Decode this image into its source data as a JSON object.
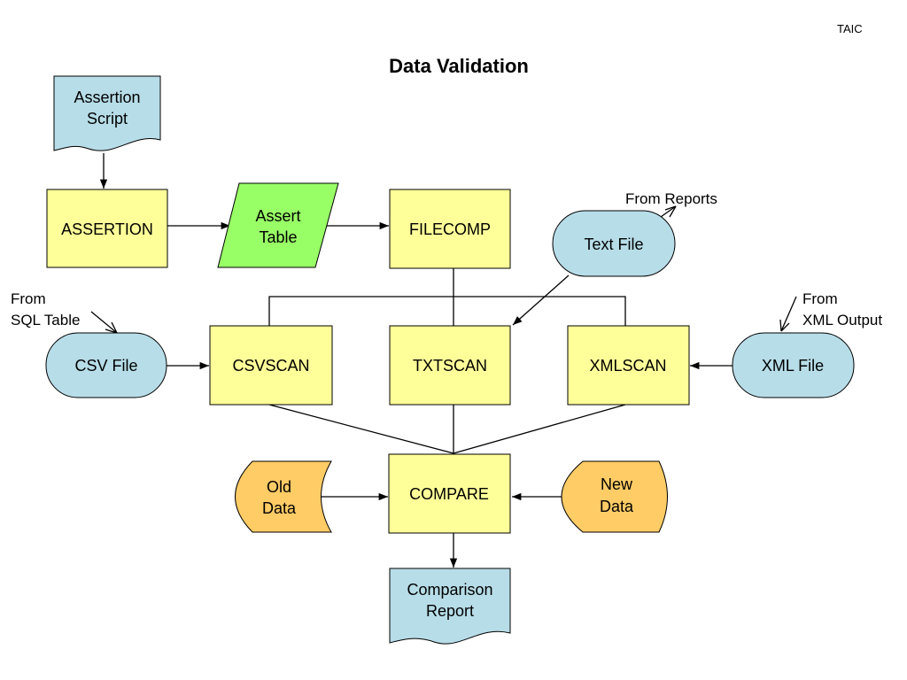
{
  "header": {
    "corner_tag": "TAIC",
    "title": "Data Validation"
  },
  "nodes": {
    "assertion_script": [
      "Assertion",
      "Script"
    ],
    "assertion": "ASSERTION",
    "assert_table": [
      "Assert",
      "Table"
    ],
    "filecomp": "FILECOMP",
    "text_file": "Text File",
    "csv_file": "CSV File",
    "csvscan": "CSVSCAN",
    "txtscan": "TXTSCAN",
    "xmlscan": "XMLSCAN",
    "xml_file": "XML File",
    "old_data": [
      "Old",
      "Data"
    ],
    "compare": "COMPARE",
    "new_data": [
      "New",
      "Data"
    ],
    "comparison_report": [
      "Comparison",
      "Report"
    ]
  },
  "annotations": {
    "from_reports": "From Reports",
    "from_sql": [
      "From",
      "SQL Table"
    ],
    "from_xml": [
      "From",
      "XML Output"
    ]
  },
  "colors": {
    "process_fill": "#FFFF99",
    "document_fill": "#B7DDE8",
    "data_fill": "#99FF66",
    "storage_fill": "#FFCC66",
    "stroke": "#000000"
  }
}
